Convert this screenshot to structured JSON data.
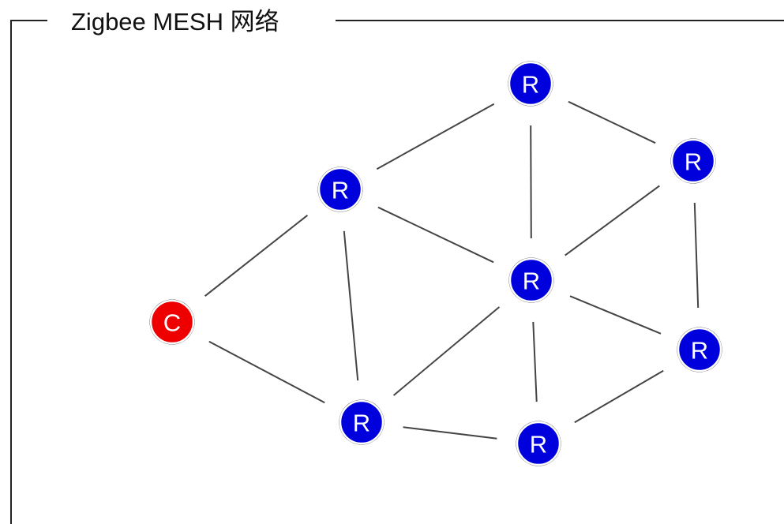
{
  "title": "Zigbee MESH 网络",
  "colors": {
    "coordinator": "#ee0000",
    "router": "#0000dd",
    "link": "#444444",
    "frame": "#222222"
  },
  "nodes": [
    {
      "id": "c",
      "label": "C",
      "role": "coordinator"
    },
    {
      "id": "r1",
      "label": "R",
      "role": "router"
    },
    {
      "id": "r2",
      "label": "R",
      "role": "router"
    },
    {
      "id": "r3",
      "label": "R",
      "role": "router"
    },
    {
      "id": "r4",
      "label": "R",
      "role": "router"
    },
    {
      "id": "r5",
      "label": "R",
      "role": "router"
    },
    {
      "id": "r6",
      "label": "R",
      "role": "router"
    },
    {
      "id": "r7",
      "label": "R",
      "role": "router"
    }
  ],
  "links": [
    [
      "c",
      "r2"
    ],
    [
      "c",
      "r5"
    ],
    [
      "r2",
      "r1"
    ],
    [
      "r2",
      "r4"
    ],
    [
      "r2",
      "r5"
    ],
    [
      "r1",
      "r4"
    ],
    [
      "r1",
      "r3"
    ],
    [
      "r3",
      "r4"
    ],
    [
      "r3",
      "r7"
    ],
    [
      "r4",
      "r5"
    ],
    [
      "r4",
      "r6"
    ],
    [
      "r4",
      "r7"
    ],
    [
      "r5",
      "r6"
    ],
    [
      "r6",
      "r7"
    ]
  ]
}
